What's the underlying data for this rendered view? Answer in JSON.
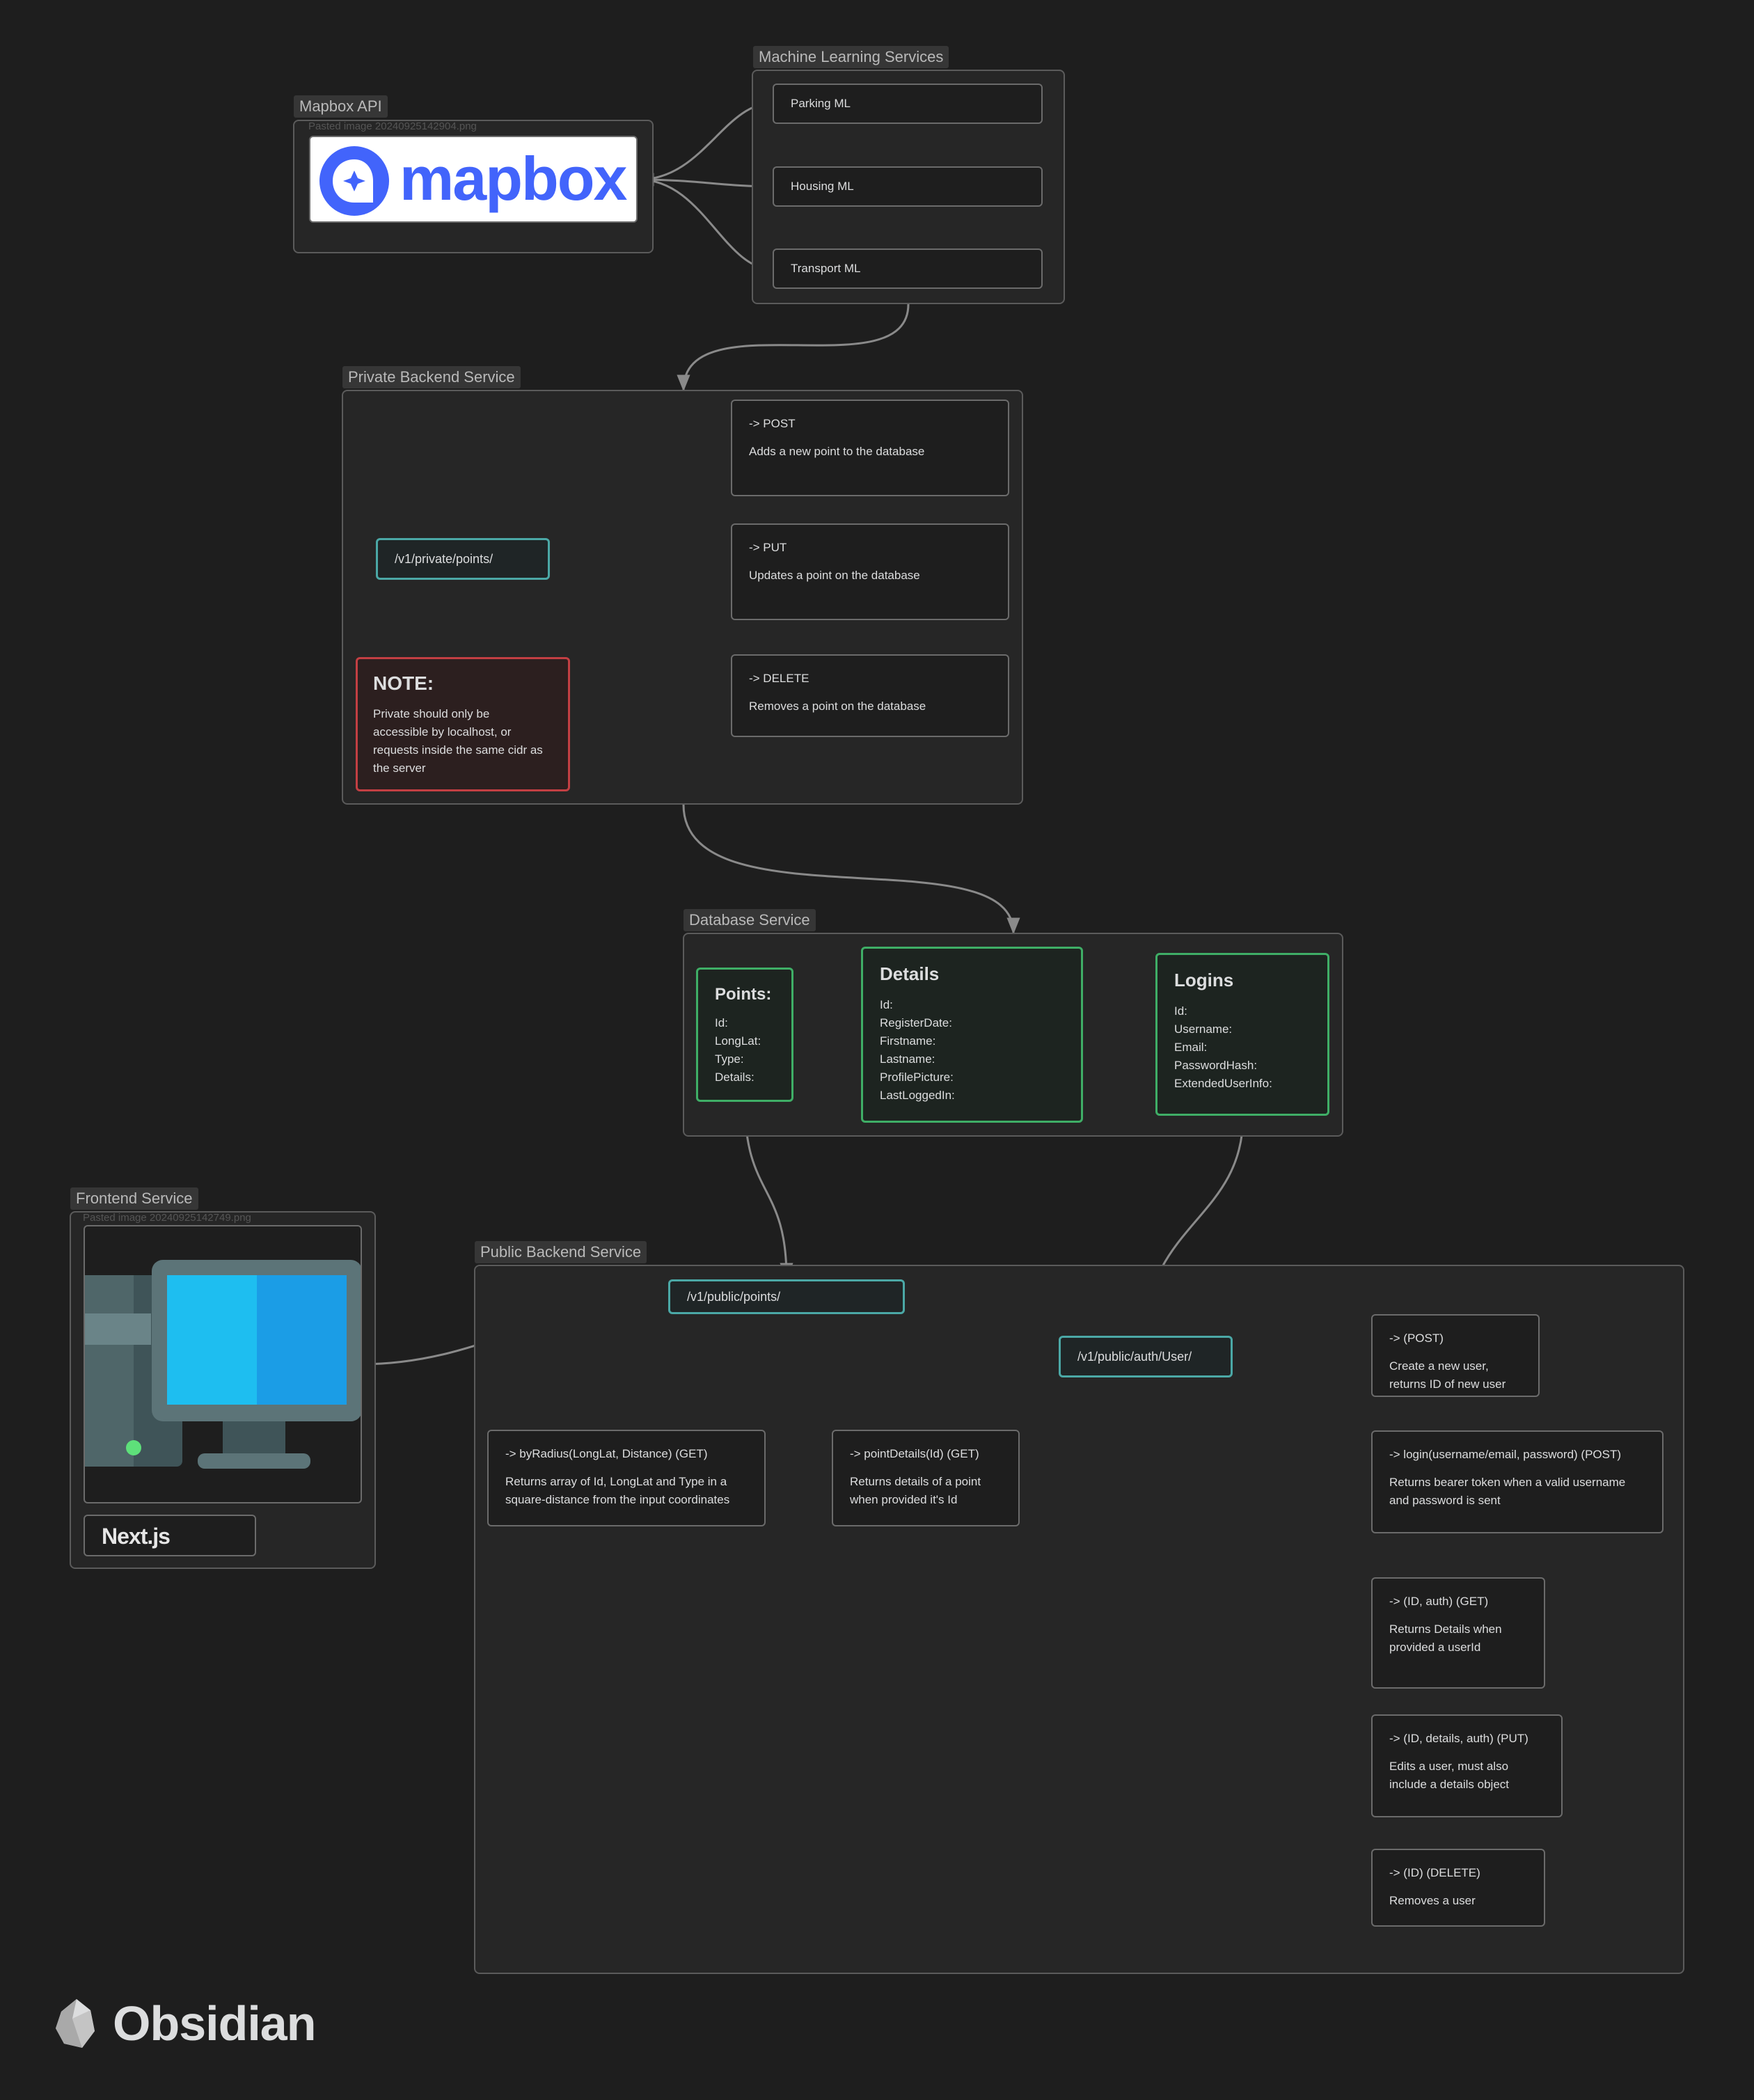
{
  "groups": {
    "mapbox": "Mapbox API",
    "ml": "Machine Learning Services",
    "private_backend": "Private Backend Service",
    "database": "Database Service",
    "frontend": "Frontend Service",
    "public_backend": "Public Backend Service"
  },
  "mapbox": {
    "filename": "Pasted image 20240925142904.png",
    "logo_text": "mapbox",
    "brand_color": "#4264fb"
  },
  "ml": {
    "parking": "Parking ML",
    "housing": "Housing ML",
    "transport": "Transport ML"
  },
  "private": {
    "endpoint": "/v1/private/points/",
    "post": {
      "method": "-> POST",
      "desc": "Adds a new point to the database"
    },
    "put": {
      "method": "-> PUT",
      "desc": "Updates a point on the database"
    },
    "delete": {
      "method": "-> DELETE",
      "desc": "Removes a point on the database"
    },
    "note": {
      "title": "NOTE:",
      "lines": [
        "Private should only be",
        "accessible by localhost, or",
        "requests inside the same cidr as",
        "the server"
      ]
    }
  },
  "database": {
    "points": {
      "title": "Points:",
      "fields": [
        "Id:",
        "LongLat:",
        "Type:",
        "Details:"
      ]
    },
    "details": {
      "title": "Details",
      "fields": [
        "Id:",
        "RegisterDate:",
        "Firstname:",
        "Lastname:",
        "ProfilePicture:",
        "LastLoggedIn:"
      ]
    },
    "logins": {
      "title": "Logins",
      "fields": [
        "Id:",
        "Username:",
        "Email:",
        "PasswordHash:",
        "ExtendedUserInfo:"
      ]
    }
  },
  "frontend": {
    "filename": "Pasted image 20240925142749.png",
    "nextjs": "Next.js"
  },
  "public": {
    "points_endpoint": "/v1/public/points/",
    "by_radius": {
      "method": "-> byRadius(LongLat, Distance) (GET)",
      "desc": [
        "Returns array of Id, LongLat and Type in a",
        "square-distance from the input coordinates"
      ]
    },
    "point_details": {
      "method": "-> pointDetails(Id) (GET)",
      "desc": [
        "Returns details of a point",
        "when provided it's Id"
      ]
    },
    "user_endpoint": "/v1/public/auth/User/",
    "create_user": {
      "method": "-> (POST)",
      "desc": [
        "Create a new user,",
        "returns ID of new user"
      ]
    },
    "login": {
      "method": "-> login(username/email, password) (POST)",
      "desc": [
        "Returns bearer token when a valid username",
        "and password is sent"
      ]
    },
    "get_user": {
      "method": "-> (ID, auth) (GET)",
      "desc": [
        "Returns Details when",
        "provided a userId"
      ]
    },
    "put_user": {
      "method": "-> (ID, details, auth) (PUT)",
      "desc": [
        "Edits a user, must also",
        "include a details object"
      ]
    },
    "delete_user": {
      "method": "-> (ID) (DELETE)",
      "desc": [
        "Removes a user"
      ]
    }
  },
  "watermark": "Obsidian",
  "colors": {
    "background": "#1e1e1e",
    "edge": "#8a8a8a",
    "endpoint_border": "#4ba8a6",
    "db_border": "#3fae66",
    "note_border": "#c33f43"
  }
}
